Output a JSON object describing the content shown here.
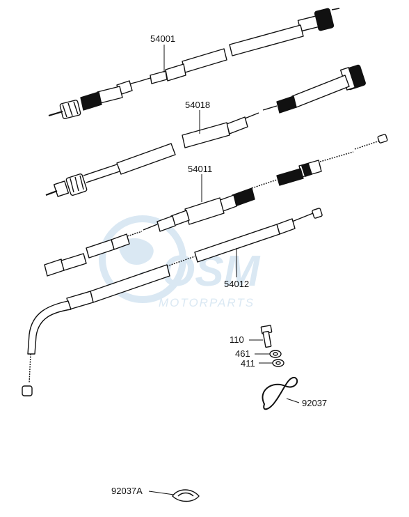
{
  "watermark": {
    "brand": "OSM",
    "sub": "MOTORPARTS",
    "color": "#bcd6ea"
  },
  "parts": {
    "p54001": "54001",
    "p54018": "54018",
    "p54011": "54011",
    "p54012": "54012",
    "p110": "110",
    "p461": "461",
    "p411": "411",
    "p92037": "92037",
    "p92037a": "92037A"
  },
  "colors": {
    "ink": "#111111",
    "paper": "#ffffff"
  }
}
